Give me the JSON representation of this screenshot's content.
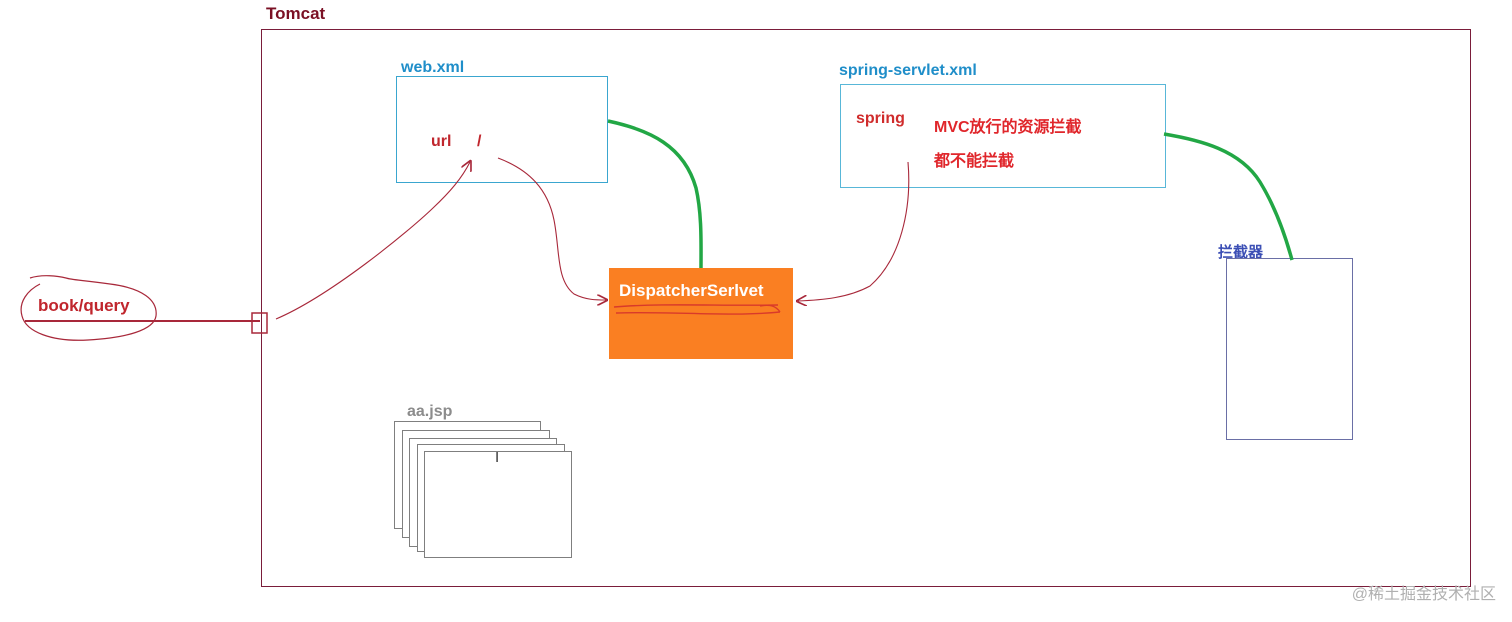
{
  "tomcat": {
    "title": "Tomcat"
  },
  "web_xml": {
    "title": "web.xml",
    "url_label": "url",
    "slash_label": "/"
  },
  "spring_servlet_xml": {
    "title": "spring-servlet.xml",
    "spring_label": "spring",
    "note_line1": "MVC放行的资源拦截",
    "note_line2": "都不能拦截"
  },
  "dispatcher": {
    "label": "DispatcherSerlvet"
  },
  "interceptor": {
    "title": "拦截器"
  },
  "aa_jsp": {
    "title": "aa.jsp"
  },
  "request": {
    "label": "book/query"
  },
  "watermark": {
    "text": "@稀土掘金技术社区"
  },
  "colors": {
    "tomcat_border": "#7a1d3a",
    "xml_border": "#3aa6cf",
    "dispatcher_fill": "#fa7f22",
    "connector_green": "#22a745",
    "arrow_red": "#a8283a",
    "text_red": "#e0262b",
    "interceptor_blue": "#3c4fb5"
  },
  "icons": {
    "text_cursor": "I"
  }
}
